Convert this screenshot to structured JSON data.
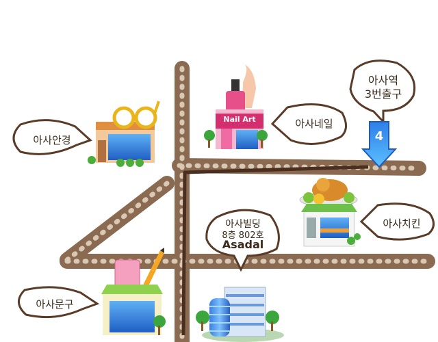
{
  "map": {
    "road_color": "#8b6a52",
    "road_dots": "#d9c8b4",
    "route_color": "#4a2f20",
    "bubble_border": "#5a3b28",
    "accent_blue": "#2f7de1"
  },
  "places": {
    "optical": {
      "label": "아사안경",
      "icon": "glasses-shop-icon"
    },
    "nail": {
      "sign": "Nail Art",
      "label": "아사네일",
      "icon": "nail-shop-icon"
    },
    "station": {
      "line1": "아사역",
      "line2": "3번출구",
      "exit_number": "4",
      "icon": "down-arrow-icon"
    },
    "chicken": {
      "label": "아사치킨",
      "icon": "chicken-shop-icon"
    },
    "building": {
      "line1": "아사빌딩",
      "line2": "8층 802호",
      "name": "Asadal",
      "icon": "office-building-icon"
    },
    "stationery": {
      "label": "아사문구",
      "icon": "stationery-shop-icon"
    }
  }
}
